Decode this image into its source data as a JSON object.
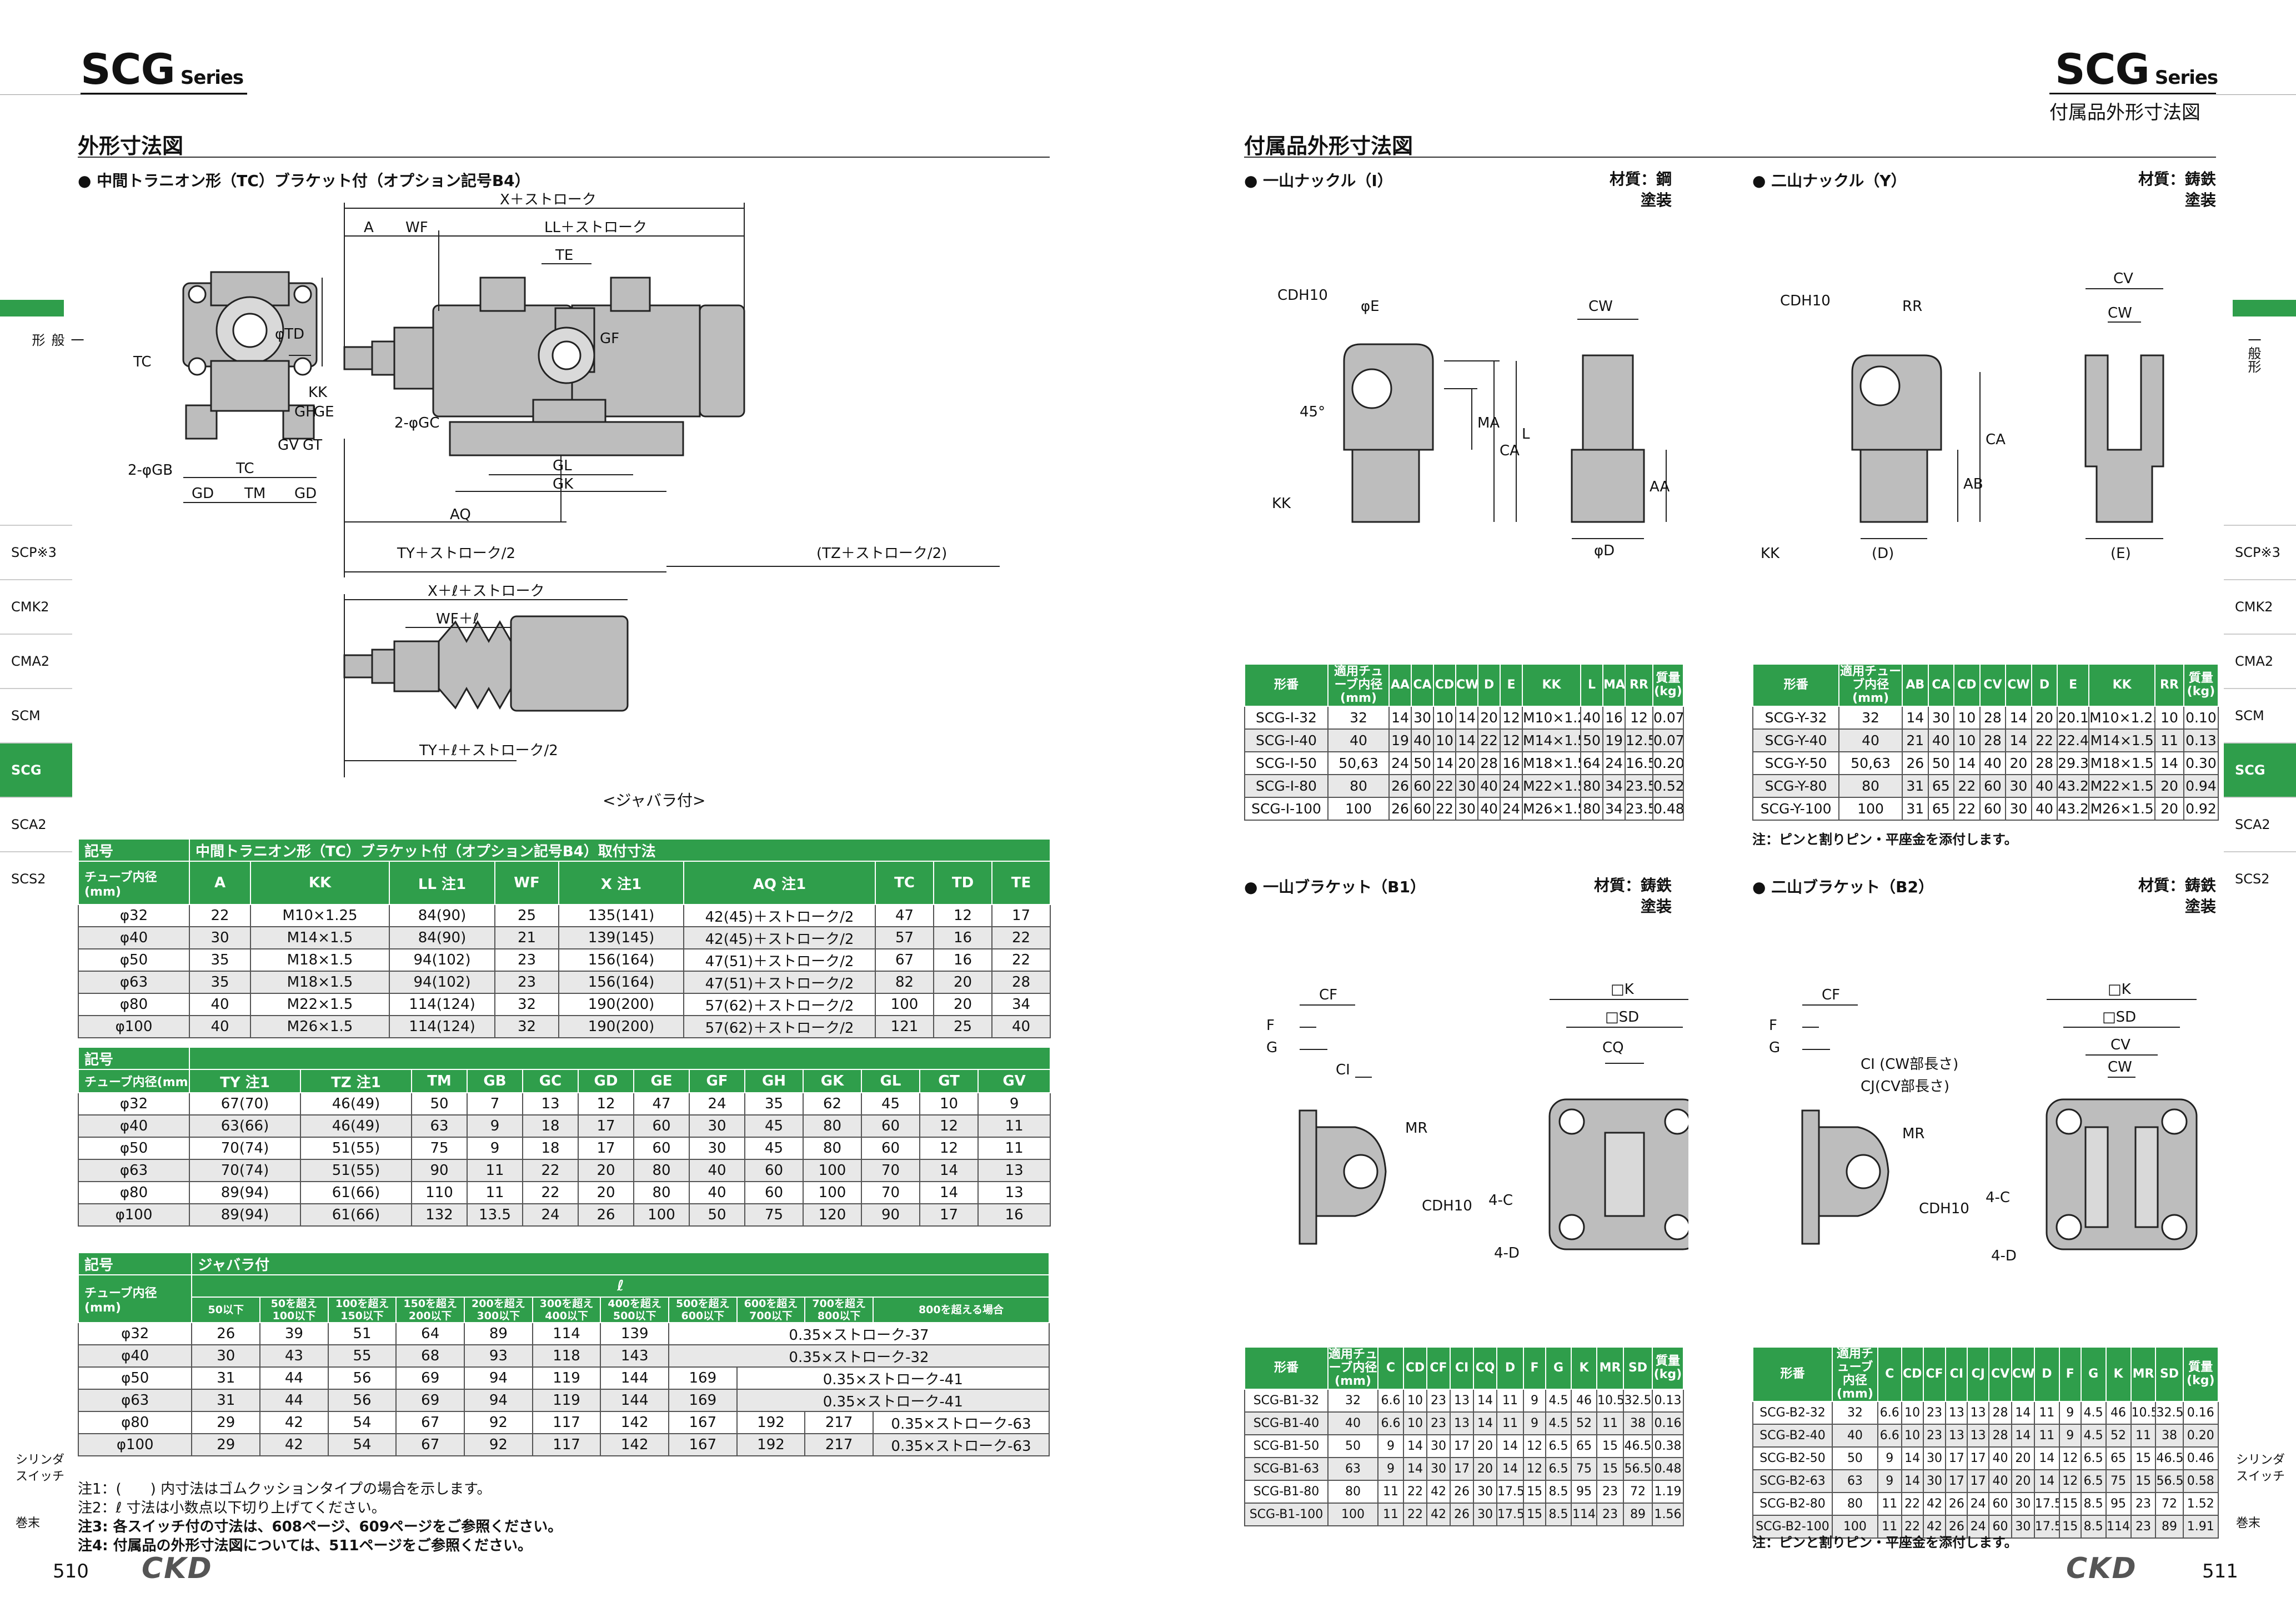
{
  "left": {
    "series": "SCG",
    "series_suffix": "Series",
    "section_title": "外形寸法図",
    "subsection": "● 中間トラニオン形（TC）ブラケット付（オプション記号B4）",
    "bellows_caption": "<ジャバラ付>",
    "drawing_labels": {
      "x_stroke": "X＋ストローク",
      "a": "A",
      "wf": "WF",
      "ll_stroke": "LL＋ストローク",
      "te": "TE",
      "gf": "GF",
      "kk": "KK",
      "tc": "TC",
      "td": "φTD",
      "gh": "GH",
      "ge": "GE",
      "gv": "GV",
      "gt": "GT",
      "gb": "2-φGB",
      "gc": "2-φGC",
      "gd": "GD",
      "tm": "TM",
      "gl": "GL",
      "gk": "GK",
      "aq": "AQ",
      "ty": "TY＋ストローク/2",
      "tz": "(TZ＋ストローク/2)",
      "xl": "X＋ℓ＋ストローク",
      "wfl": "WF＋ℓ",
      "tyl": "TY＋ℓ＋ストローク/2"
    },
    "table1": {
      "title": "中間トラニオン形（TC）ブラケット付（オプション記号B4）取付寸法",
      "symbol": "記号",
      "tube": "チューブ内径(mm)",
      "headers": [
        "A",
        "KK",
        "LL 注1",
        "WF",
        "X 注1",
        "AQ 注1",
        "TC",
        "TD",
        "TE"
      ],
      "rows": [
        [
          "φ32",
          "22",
          "M10×1.25",
          "84(90)",
          "25",
          "135(141)",
          "42(45)＋ストローク/2",
          "47",
          "12",
          "17"
        ],
        [
          "φ40",
          "30",
          "M14×1.5",
          "84(90)",
          "21",
          "139(145)",
          "42(45)＋ストローク/2",
          "57",
          "16",
          "22"
        ],
        [
          "φ50",
          "35",
          "M18×1.5",
          "94(102)",
          "23",
          "156(164)",
          "47(51)＋ストローク/2",
          "67",
          "16",
          "22"
        ],
        [
          "φ63",
          "35",
          "M18×1.5",
          "94(102)",
          "23",
          "156(164)",
          "47(51)＋ストローク/2",
          "82",
          "20",
          "28"
        ],
        [
          "φ80",
          "40",
          "M22×1.5",
          "114(124)",
          "32",
          "190(200)",
          "57(62)＋ストローク/2",
          "100",
          "20",
          "34"
        ],
        [
          "φ100",
          "40",
          "M26×1.5",
          "114(124)",
          "32",
          "190(200)",
          "57(62)＋ストローク/2",
          "121",
          "25",
          "40"
        ]
      ]
    },
    "table2": {
      "symbol": "記号",
      "tube": "チューブ内径(mm)",
      "headers": [
        "TY 注1",
        "TZ 注1",
        "TM",
        "GB",
        "GC",
        "GD",
        "GE",
        "GF",
        "GH",
        "GK",
        "GL",
        "GT",
        "GV"
      ],
      "rows": [
        [
          "φ32",
          "67(70)",
          "46(49)",
          "50",
          "7",
          "13",
          "12",
          "47",
          "24",
          "35",
          "62",
          "45",
          "10",
          "9"
        ],
        [
          "φ40",
          "63(66)",
          "46(49)",
          "63",
          "9",
          "18",
          "17",
          "60",
          "30",
          "45",
          "80",
          "60",
          "12",
          "11"
        ],
        [
          "φ50",
          "70(74)",
          "51(55)",
          "75",
          "9",
          "18",
          "17",
          "60",
          "30",
          "45",
          "80",
          "60",
          "12",
          "11"
        ],
        [
          "φ63",
          "70(74)",
          "51(55)",
          "90",
          "11",
          "22",
          "20",
          "80",
          "40",
          "60",
          "100",
          "70",
          "14",
          "13"
        ],
        [
          "φ80",
          "89(94)",
          "61(66)",
          "110",
          "11",
          "22",
          "20",
          "80",
          "40",
          "60",
          "100",
          "70",
          "14",
          "13"
        ],
        [
          "φ100",
          "89(94)",
          "61(66)",
          "132",
          "13.5",
          "24",
          "26",
          "100",
          "50",
          "75",
          "120",
          "90",
          "17",
          "16"
        ]
      ]
    },
    "table3": {
      "symbol": "記号",
      "title": "ジャバラ付",
      "ell": "ℓ",
      "tube": "チューブ内径(mm)",
      "headers": [
        "50以下",
        "50を超え100以下",
        "100を超え150以下",
        "150を超え200以下",
        "200を超え300以下",
        "300を超え400以下",
        "400を超え500以下",
        "500を超え600以下",
        "600を超え700以下",
        "700を超え800以下",
        "800を超える場合"
      ],
      "rows": [
        {
          "bore": "φ32",
          "vals": [
            "26",
            "39",
            "51",
            "64",
            "89",
            "114",
            "139"
          ],
          "formula": "0.35×ストローク-37"
        },
        {
          "bore": "φ40",
          "vals": [
            "30",
            "43",
            "55",
            "68",
            "93",
            "118",
            "143"
          ],
          "formula": "0.35×ストローク-32"
        },
        {
          "bore": "φ50",
          "vals": [
            "31",
            "44",
            "56",
            "69",
            "94",
            "119",
            "144",
            "169"
          ],
          "formula": "0.35×ストローク-41"
        },
        {
          "bore": "φ63",
          "vals": [
            "31",
            "44",
            "56",
            "69",
            "94",
            "119",
            "144",
            "169"
          ],
          "formula": "0.35×ストローク-41"
        },
        {
          "bore": "φ80",
          "vals": [
            "29",
            "42",
            "54",
            "67",
            "92",
            "117",
            "142",
            "167",
            "192",
            "217"
          ],
          "formula": "0.35×ストローク-63"
        },
        {
          "bore": "φ100",
          "vals": [
            "29",
            "42",
            "54",
            "67",
            "92",
            "117",
            "142",
            "167",
            "192",
            "217"
          ],
          "formula": "0.35×ストローク-63"
        }
      ]
    },
    "notes": [
      "注1：(　　) 内寸法はゴムクッションタイプの場合を示します。",
      "注2：ℓ 寸法は小数点以下切り上げてください。",
      "注3: 各スイッチ付の寸法は、608ページ、609ページをご参照ください。",
      "注4: 付属品の外形寸法図については、511ページをご参照ください。"
    ],
    "page_number": "510",
    "brand": "CKD"
  },
  "right": {
    "series": "SCG",
    "series_suffix": "Series",
    "header_sub": "付属品外形寸法図",
    "section_title": "付属品外形寸法図",
    "page_number": "511",
    "brand": "CKD",
    "knuckle_i": {
      "title": "● 一山ナックル（I）",
      "material": [
        "材質：鋼",
        "塗装"
      ],
      "labels": [
        "CDH10",
        "φE",
        "45°",
        "MA",
        "CA",
        "L",
        "KK",
        "CW",
        "AA",
        "φD"
      ],
      "headers": [
        "形番",
        "適用チューブ内径(mm)",
        "AA",
        "CA",
        "CD",
        "CW",
        "D",
        "E",
        "KK",
        "L",
        "MA",
        "RR",
        "質量(kg)"
      ],
      "rows": [
        [
          "SCG-I-32",
          "32",
          "14",
          "30",
          "10",
          "14",
          "20",
          "12",
          "M10×1.25",
          "40",
          "16",
          "12",
          "0.07"
        ],
        [
          "SCG-I-40",
          "40",
          "19",
          "40",
          "10",
          "14",
          "22",
          "12",
          "M14×1.5",
          "50",
          "19",
          "12.5",
          "0.07"
        ],
        [
          "SCG-I-50",
          "50,63",
          "24",
          "50",
          "14",
          "20",
          "28",
          "16",
          "M18×1.5",
          "64",
          "24",
          "16.5",
          "0.20"
        ],
        [
          "SCG-I-80",
          "80",
          "26",
          "60",
          "22",
          "30",
          "40",
          "24",
          "M22×1.5",
          "80",
          "34",
          "23.5",
          "0.52"
        ],
        [
          "SCG-I-100",
          "100",
          "26",
          "60",
          "22",
          "30",
          "40",
          "24",
          "M26×1.5",
          "80",
          "34",
          "23.5",
          "0.48"
        ]
      ]
    },
    "knuckle_y": {
      "title": "● 二山ナックル（Y）",
      "material": [
        "材質：鋳鉄",
        "塗装"
      ],
      "labels": [
        "CDH10",
        "RR",
        "CV",
        "CW",
        "AB",
        "CA",
        "KK",
        "(D)",
        "(E)"
      ],
      "headers": [
        "形番",
        "適用チューブ内径(mm)",
        "AB",
        "CA",
        "CD",
        "CV",
        "CW",
        "D",
        "E",
        "KK",
        "RR",
        "質量(kg)"
      ],
      "rows": [
        [
          "SCG-Y-32",
          "32",
          "14",
          "30",
          "10",
          "28",
          "14",
          "20",
          "20.1",
          "M10×1.25",
          "10",
          "0.10"
        ],
        [
          "SCG-Y-40",
          "40",
          "21",
          "40",
          "10",
          "28",
          "14",
          "22",
          "22.4",
          "M14×1.5",
          "11",
          "0.13"
        ],
        [
          "SCG-Y-50",
          "50,63",
          "26",
          "50",
          "14",
          "40",
          "20",
          "28",
          "29.3",
          "M18×1.5",
          "14",
          "0.30"
        ],
        [
          "SCG-Y-80",
          "80",
          "31",
          "65",
          "22",
          "60",
          "30",
          "40",
          "43.2",
          "M22×1.5",
          "20",
          "0.94"
        ],
        [
          "SCG-Y-100",
          "100",
          "31",
          "65",
          "22",
          "60",
          "30",
          "40",
          "43.2",
          "M26×1.5",
          "20",
          "0.92"
        ]
      ],
      "note": "注：ピンと割りピン・平座金を添付します。"
    },
    "bracket_b1": {
      "title": "● 一山ブラケット（B1）",
      "material": [
        "材質：鋳鉄",
        "塗装"
      ],
      "labels": [
        "CF",
        "F",
        "G",
        "CI",
        "MR",
        "CDH10",
        "□K",
        "□SD",
        "CQ",
        "4-C",
        "4-D"
      ],
      "headers": [
        "形番",
        "適用チューブ内径(mm)",
        "C",
        "CD",
        "CF",
        "CI",
        "CQ",
        "D",
        "F",
        "G",
        "K",
        "MR",
        "SD",
        "質量(kg)"
      ],
      "rows": [
        [
          "SCG-B1-32",
          "32",
          "6.6",
          "10",
          "23",
          "13",
          "14",
          "11",
          "9",
          "4.5",
          "46",
          "10.5",
          "32.5",
          "0.13"
        ],
        [
          "SCG-B1-40",
          "40",
          "6.6",
          "10",
          "23",
          "13",
          "14",
          "11",
          "9",
          "4.5",
          "52",
          "11",
          "38",
          "0.16"
        ],
        [
          "SCG-B1-50",
          "50",
          "9",
          "14",
          "30",
          "17",
          "20",
          "14",
          "12",
          "6.5",
          "65",
          "15",
          "46.5",
          "0.38"
        ],
        [
          "SCG-B1-63",
          "63",
          "9",
          "14",
          "30",
          "17",
          "20",
          "14",
          "12",
          "6.5",
          "75",
          "15",
          "56.5",
          "0.48"
        ],
        [
          "SCG-B1-80",
          "80",
          "11",
          "22",
          "42",
          "26",
          "30",
          "17.5",
          "15",
          "8.5",
          "95",
          "23",
          "72",
          "1.19"
        ],
        [
          "SCG-B1-100",
          "100",
          "11",
          "22",
          "42",
          "26",
          "30",
          "17.5",
          "15",
          "8.5",
          "114",
          "23",
          "89",
          "1.56"
        ]
      ]
    },
    "bracket_b2": {
      "title": "● 二山ブラケット（B2）",
      "material": [
        "材質：鋳鉄",
        "塗装"
      ],
      "labels": [
        "CF",
        "F",
        "G",
        "CI (CW部長さ)",
        "CJ(CV部長さ)",
        "MR",
        "CDH10",
        "□K",
        "□SD",
        "CV",
        "CW",
        "4-C",
        "4-D"
      ],
      "headers": [
        "形番",
        "適用チューブ内径(mm)",
        "C",
        "CD",
        "CF",
        "CI",
        "CJ",
        "CV",
        "CW",
        "D",
        "F",
        "G",
        "K",
        "MR",
        "SD",
        "質量(kg)"
      ],
      "rows": [
        [
          "SCG-B2-32",
          "32",
          "6.6",
          "10",
          "23",
          "13",
          "13",
          "28",
          "14",
          "11",
          "9",
          "4.5",
          "46",
          "10.5",
          "32.5",
          "0.16"
        ],
        [
          "SCG-B2-40",
          "40",
          "6.6",
          "10",
          "23",
          "13",
          "13",
          "28",
          "14",
          "11",
          "9",
          "4.5",
          "52",
          "11",
          "38",
          "0.20"
        ],
        [
          "SCG-B2-50",
          "50",
          "9",
          "14",
          "30",
          "17",
          "17",
          "40",
          "20",
          "14",
          "12",
          "6.5",
          "65",
          "15",
          "46.5",
          "0.46"
        ],
        [
          "SCG-B2-63",
          "63",
          "9",
          "14",
          "30",
          "17",
          "17",
          "40",
          "20",
          "14",
          "12",
          "6.5",
          "75",
          "15",
          "56.5",
          "0.58"
        ],
        [
          "SCG-B2-80",
          "80",
          "11",
          "22",
          "42",
          "26",
          "24",
          "60",
          "30",
          "17.5",
          "15",
          "8.5",
          "95",
          "23",
          "72",
          "1.52"
        ],
        [
          "SCG-B2-100",
          "100",
          "11",
          "22",
          "42",
          "26",
          "24",
          "60",
          "30",
          "17.5",
          "15",
          "8.5",
          "114",
          "23",
          "89",
          "1.91"
        ]
      ],
      "note": "注：ピンと割りピン・平座金を添付します。"
    }
  },
  "side_tabs_left": [
    "一般形",
    "SCP※3",
    "CMK2",
    "CMA2",
    "SCM",
    "SCG",
    "SCA2",
    "SCS2",
    "シリンダスイッチ",
    "巻末"
  ],
  "side_tabs_right": [
    "一般形",
    "SCP※3",
    "CMK2",
    "CMA2",
    "SCM",
    "SCG",
    "SCA2",
    "SCS2",
    "シリンダスイッチ",
    "巻末"
  ],
  "active_tab": "SCG",
  "colors": {
    "accent": "#2f9e4b",
    "row_alt": "#e8e8e8",
    "drawing_fill": "#bdbdbd"
  }
}
